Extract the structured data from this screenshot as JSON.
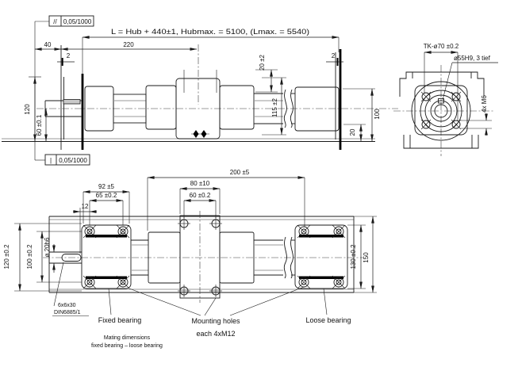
{
  "frames": {
    "parallelism": {
      "symbol": "//",
      "value": "0,05/1000"
    },
    "straightness": {
      "symbol": "|",
      "value": "0,05/1000"
    }
  },
  "top_view": {
    "formula": "L = Hub + 440±1, Hubmax. = 5100, (Lmax. = 5540)",
    "d40": "40",
    "d220": "220",
    "gap_left": "2",
    "gap_right": "2",
    "d20_2": "20 ±2",
    "d115_2": "115 ±2",
    "d120": "120",
    "d60_01": "60 ±0.1",
    "d100": "100",
    "d20": "20"
  },
  "end_view": {
    "tk": "TK-ø70 ±0.2",
    "bore": "ø55H9, 3 tief",
    "screws": "4x M6"
  },
  "plan_view": {
    "d200_5": "200 ±5",
    "d92_5": "92 ±5",
    "d80_10": "80 ±10",
    "d65_02": "65 ±0.2",
    "d60_02": "60 ±0.2",
    "d12": "12",
    "d120_02": "120 ±0.2",
    "d100_02": "100 ±0.2",
    "d130_02": "130 ±0.2",
    "d150": "150",
    "shaft_dia": "ø 20h6",
    "key_line1": "6x6x30",
    "key_line2": "DIN6885/1"
  },
  "labels": {
    "fixed_bearing": "Fixed bearing",
    "mounting_line1": "Mounting holes",
    "mounting_line2": "each 4xM12",
    "loose_bearing": "Loose bearing",
    "mating_line1": "Mating dimensions",
    "mating_line2": "fixed bearing – loose bearing"
  }
}
